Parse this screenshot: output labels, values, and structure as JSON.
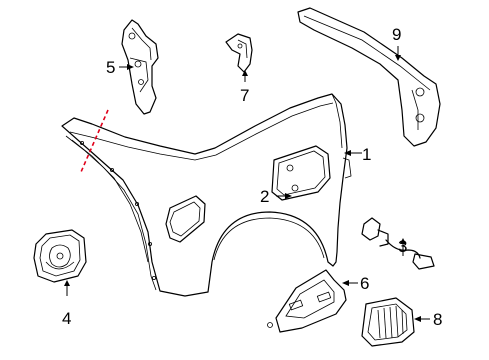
{
  "callouts": [
    {
      "id": "1",
      "text": "1"
    },
    {
      "id": "2",
      "text": "2"
    },
    {
      "id": "3",
      "text": "3"
    },
    {
      "id": "4",
      "text": "4"
    },
    {
      "id": "5",
      "text": "5"
    },
    {
      "id": "6",
      "text": "6"
    },
    {
      "id": "7",
      "text": "7"
    },
    {
      "id": "8",
      "text": "8"
    },
    {
      "id": "9",
      "text": "9"
    }
  ],
  "colors": {
    "line": "#000000",
    "cut_line": "#e0001a",
    "background": "#ffffff"
  }
}
